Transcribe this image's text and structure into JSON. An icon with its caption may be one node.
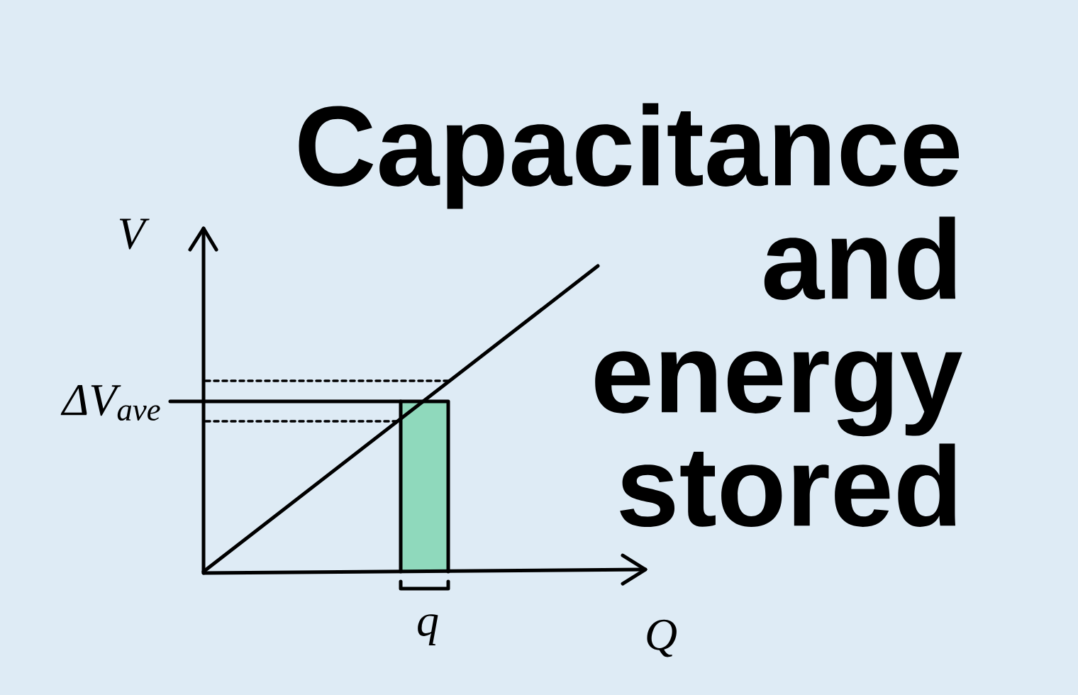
{
  "diagram": {
    "title": "Capacitance and energy stored",
    "labels": [
      "V",
      "ΔV$_{ave}$",
      "q",
      "Q"
    ]
  }
}
